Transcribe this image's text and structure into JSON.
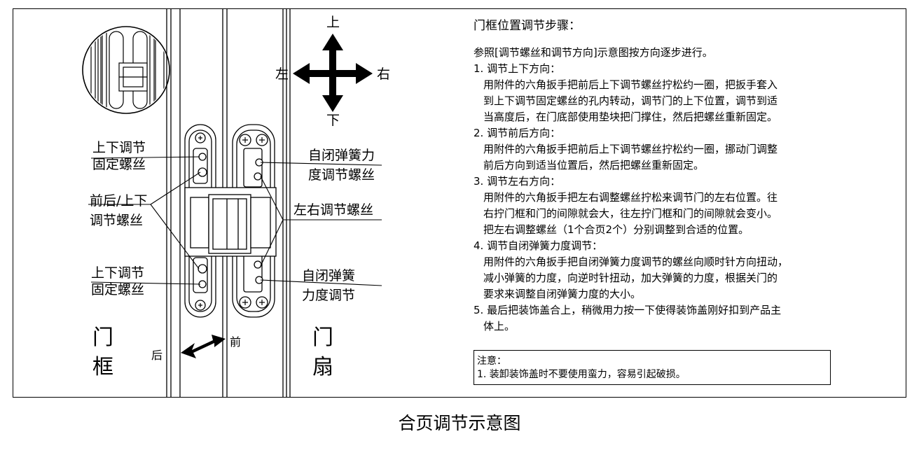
{
  "arrows": {
    "up": "上",
    "down": "下",
    "left": "左",
    "right": "右"
  },
  "labels": {
    "fixing_screw_top": [
      "上下调节",
      "固定螺丝"
    ],
    "front_back_screw": [
      "前后/上下",
      "调节螺丝"
    ],
    "fixing_screw_bottom": [
      "上下调节",
      "固定螺丝"
    ],
    "self_close_force_screw": [
      "自闭弹簧力",
      "度调节螺丝"
    ],
    "left_right_screw": "左右调节螺丝",
    "self_close_force": [
      "自闭弹簧",
      "力度调节"
    ],
    "door_frame": [
      "门",
      "框"
    ],
    "door_leaf": [
      "门",
      "扇"
    ],
    "back": "后",
    "front": "前"
  },
  "steps": {
    "title": "门框位置调节步骤：",
    "intro": "参照[调节螺丝和调节方向]示意图按方向逐步进行。",
    "items": [
      {
        "head": "1. 调节上下方向：",
        "lines": [
          "用附件的六角扳手把前后上下调节螺丝拧松约一圈，把扳手套入",
          "到上下调节固定螺丝的孔内转动，调节门的上下位置，调节到适",
          "当高度后，在门底部使用垫块把门撑住，然后把螺丝重新固定。"
        ]
      },
      {
        "head": "2. 调节前后方向：",
        "lines": [
          "用附件的六角扳手把前后上下调节螺丝拧松约一圈，挪动门调整",
          "前后方向到适当位置后，然后把螺丝重新固定。"
        ]
      },
      {
        "head": "3. 调节左右方向：",
        "lines": [
          "用附件的六角扳手把左右调整螺丝拧松来调节门的左右位置。往",
          "右拧门框和门的间隙就会大，往左拧门框和门的间隙就会变小。",
          "把左右调整螺丝（1个合页2个）分别调整到合适的位置。"
        ]
      },
      {
        "head": "4. 调节自闭弹簧力度调节：",
        "lines": [
          "用附件的六角扳手把自闭弹簧力度调节的螺丝向顺时针方向扭动，",
          "减小弹簧的力度，向逆时针扭动，加大弹簧的力度，根据关门的",
          "要求来调整自闭弹簧力度的大小。"
        ]
      },
      {
        "head": "5. 最后把装饰盖合上，稍微用力按一下使得装饰盖刚好扣到产品主",
        "lines": [
          "体上。"
        ]
      }
    ]
  },
  "note": {
    "title": "注意：",
    "text": "1. 装卸装饰盖时不要使用蛮力，容易引起破损。"
  },
  "caption": "合页调节示意图"
}
